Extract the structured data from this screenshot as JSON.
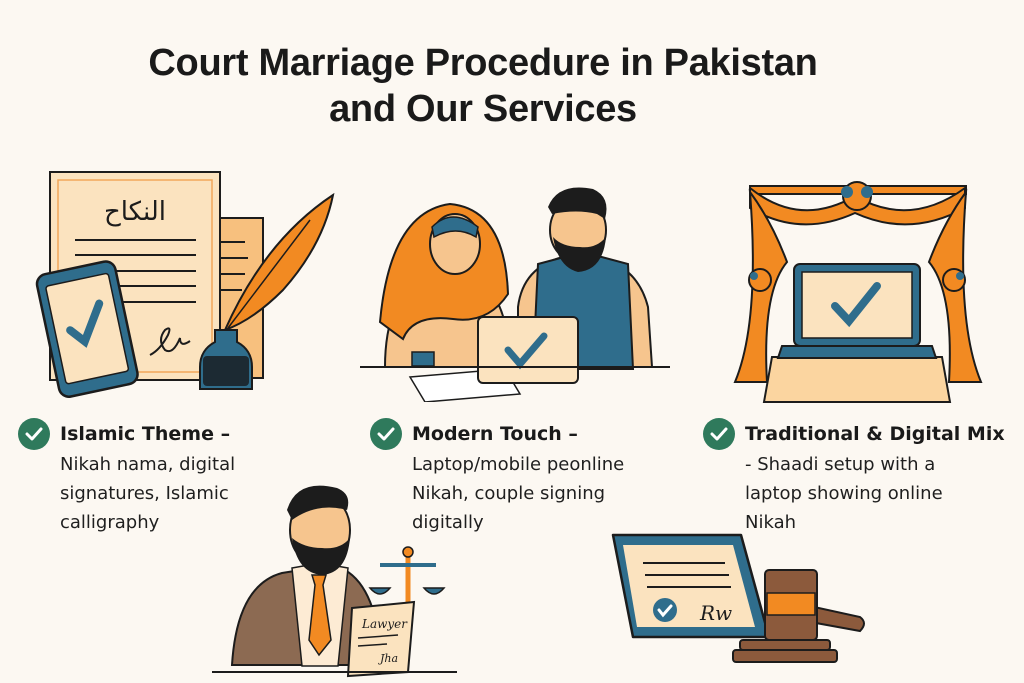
{
  "page": {
    "title_line1": "Court Marriage Procedure in Pakistan",
    "title_line2": "and Our Services",
    "colors": {
      "background": "#fcf8f2",
      "accent_orange": "#f28a22",
      "accent_teal": "#2f6d8c",
      "check_green": "#2f7a5c",
      "paper": "#fbe3bf",
      "outline": "#1c1c1c"
    }
  },
  "features": [
    {
      "icon": "check-circle-icon",
      "heading": "Islamic Theme –",
      "description": "Nikah nama, digital\nsignatures, Islamic\ncalligraphy"
    },
    {
      "icon": "check-circle-icon",
      "heading": "Modern Touch –",
      "description": "Laptop/mobile peonline\nNikah, couple signing\ndigitally"
    },
    {
      "icon": "check-circle-icon",
      "heading": "Traditional & Digital Mix",
      "description": "- Shaadi setup with a\nlaptop showing online\nNikah"
    }
  ],
  "illustrations": {
    "nikah_document": {
      "calligraphy": "النكاح",
      "icon": "nikah-nama-document-icon"
    },
    "couple_signing": {
      "icon": "couple-laptop-icon"
    },
    "shaadi_stage": {
      "icon": "shaadi-stage-laptop-icon"
    },
    "lawyer": {
      "paper_text_1": "Lawyer",
      "paper_text_2": "Jha",
      "icon": "lawyer-icon"
    },
    "digital_certificate": {
      "signature": "Rw",
      "icon": "gavel-certificate-icon"
    }
  }
}
